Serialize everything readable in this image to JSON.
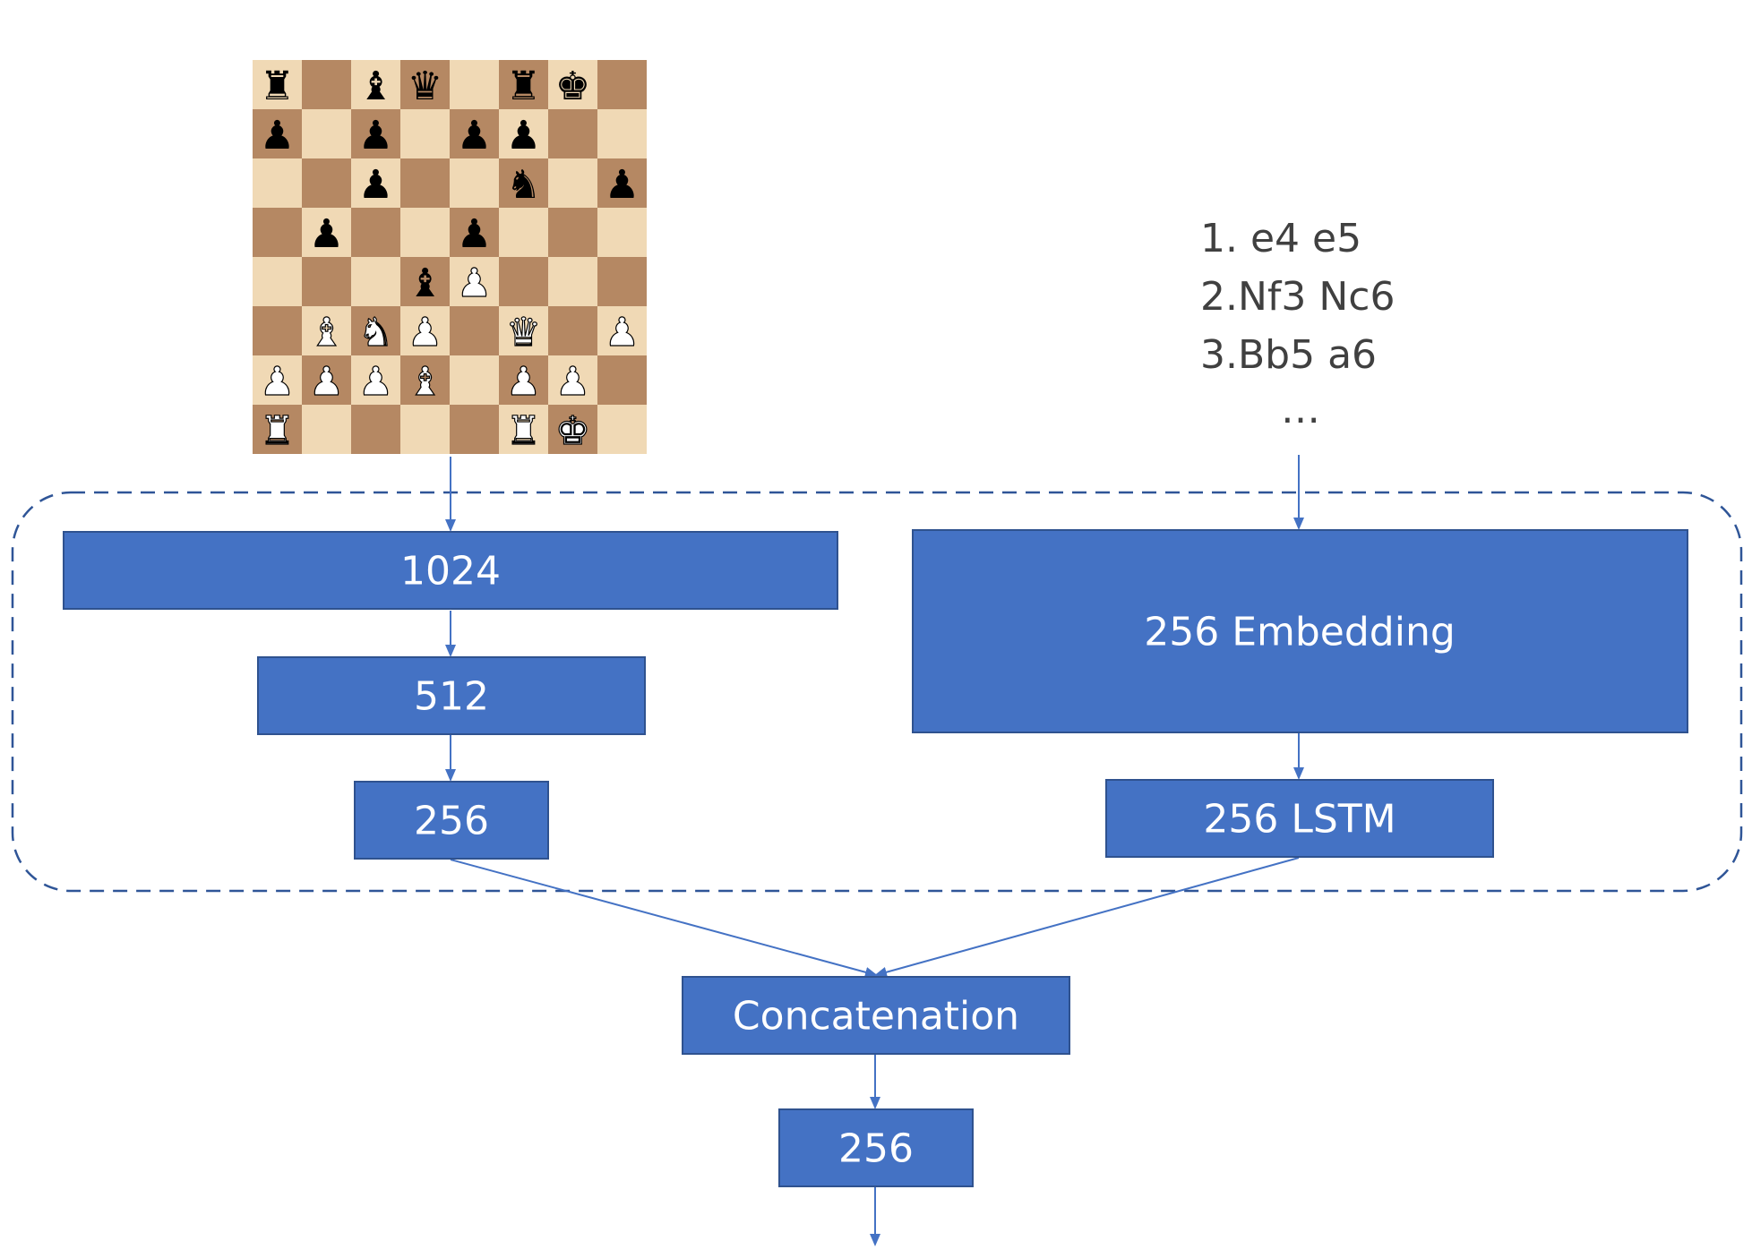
{
  "diagram": {
    "left_branch": {
      "layer1": "1024",
      "layer2": "512",
      "layer3": "256"
    },
    "right_branch": {
      "embedding": "256 Embedding",
      "lstm": "256 LSTM"
    },
    "concatenation": "Concatenation",
    "output": "256",
    "moves": [
      "1. e4 e5",
      "2.Nf3 Nc6",
      "3.Bb5 a6",
      "…"
    ]
  },
  "board": {
    "ranks": [
      "r.bq.rk.",
      "p.p.pp.",
      "..p..n.p",
      ".p..p...",
      "...bP...",
      ".BNP.Q.P",
      "PPPB.PP.",
      "R....RK."
    ]
  },
  "colors": {
    "box_fill": "#4472C4",
    "light_square": "#F0D9B5",
    "dark_square": "#B58863"
  }
}
